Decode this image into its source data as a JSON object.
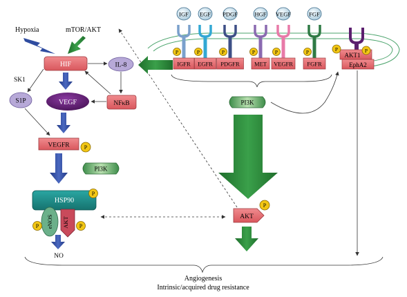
{
  "stimuli": {
    "hypoxia": "Hypoxia",
    "mtor_akt": "mTOR/AKT"
  },
  "hif": {
    "hif": "HIF",
    "il8": "IL-8",
    "sk1": "SK1",
    "s1p": "S1P",
    "vegf": "VEGF",
    "nfkb": "NFκB"
  },
  "vegfr_block": {
    "vegfr": "VEGFR",
    "pi3k": "PI3K"
  },
  "endothelial": {
    "hsp90": "HSP90",
    "enos": "eNOS",
    "akt": "AKT",
    "no": "NO"
  },
  "ligands": [
    "IGF",
    "EGF",
    "PDGF",
    "HGF",
    "VEGF",
    "FGF"
  ],
  "receptors": [
    "IGFR",
    "EGFR",
    "PDGFR",
    "MET",
    "VEGFR",
    "FGFR"
  ],
  "epha2": {
    "akt1": "AKT1",
    "epha2": "EphA2"
  },
  "pathway": {
    "pi3k": "PI3K",
    "akt": "AKT"
  },
  "phospho_label": "P",
  "outcome": {
    "line1": "Angiogenesis",
    "line2": "Intrinsic/acquired drug resistance"
  },
  "colors": {
    "receptor_fill": "#e86d72",
    "ligand_fill": "#cfe3ec",
    "ligand_stroke": "#3a6a8a",
    "phospho_fill": "#f2c614",
    "blue_arrow": "#2f4ca0",
    "green_arrow": "#2e8a3a",
    "hsp90_fill": "#1f8f8c",
    "enos_fill": "#6bb08a",
    "vegf_purple": "#5b1f6e",
    "lilac": "#b7a9d8",
    "membrane_green": "#4aa36b"
  },
  "receptor_colors": [
    "#7aa0cc",
    "#33a8d4",
    "#3d4f86",
    "#8a6ab0",
    "#e87aa8",
    "#2f7a45"
  ]
}
